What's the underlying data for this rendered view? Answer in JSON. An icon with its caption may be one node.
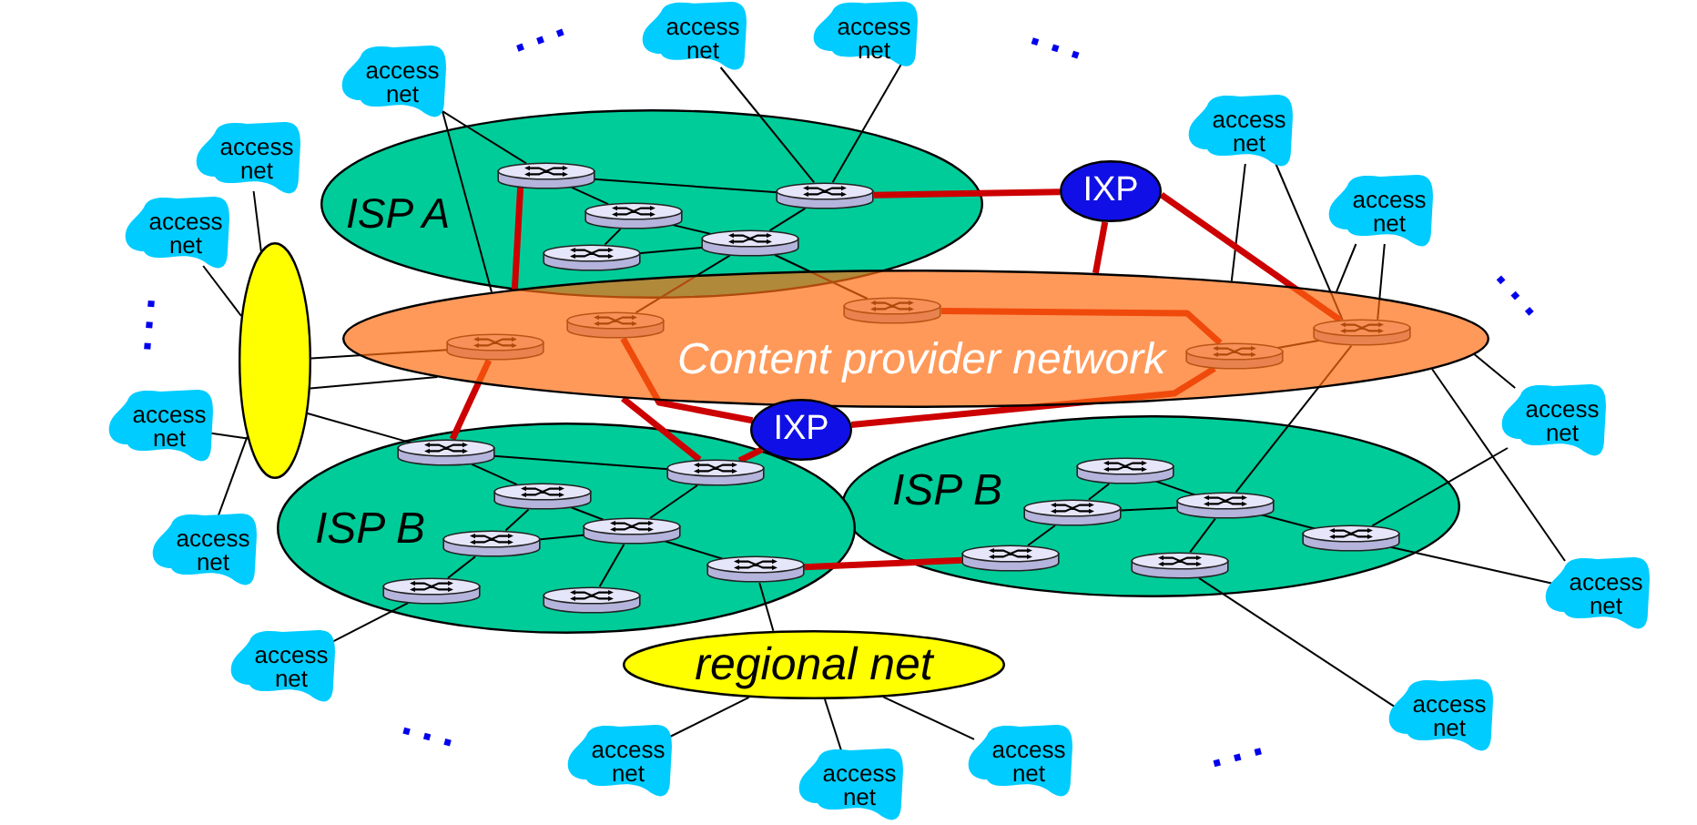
{
  "diagram": {
    "nodes": [
      {
        "text": [
          "access net"
        ]
      },
      {
        "text": [
          "access net"
        ]
      },
      {
        "text": [
          "access net"
        ]
      },
      {
        "text": [
          "access net"
        ]
      },
      {
        "text": [
          "access net"
        ]
      },
      {
        "text": [
          "IXP"
        ]
      },
      {
        "text": [
          "access net"
        ]
      },
      {
        "text": [
          "access net"
        ]
      },
      {
        "text": [
          "ISP A"
        ]
      },
      {
        "text": [],
        "shape": "cylinder",
        "in": 8
      },
      {
        "text": [],
        "shape": "cylinder",
        "in": 8
      },
      {
        "text": [],
        "shape": "cylinder",
        "in": 8
      },
      {
        "text": [],
        "shape": "cylinder",
        "in": 8
      },
      {
        "text": [],
        "shape": "cylinder",
        "in": 8
      },
      {
        "text": [],
        "shape": "ellipse"
      },
      {
        "text": [
          "Content provider network"
        ]
      },
      {
        "text": [],
        "shape": "cylinder",
        "in": 15
      },
      {
        "text": [],
        "shape": "cylinder",
        "in": 15
      },
      {
        "text": [],
        "shape": "cylinder",
        "in": 15
      },
      {
        "text": [],
        "shape": "cylinder",
        "in": 15
      },
      {
        "text": [
          "IXP"
        ]
      },
      {
        "text": [
          "ISP B"
        ]
      },
      {
        "text": [],
        "shape": "cylinder",
        "in": 15
      },
      {
        "text": [],
        "shape": "cylinder",
        "in": 21
      },
      {
        "text": [],
        "shape": "cylinder",
        "in": 21
      },
      {
        "text": [],
        "shape": "cylinder",
        "in": 21
      },
      {
        "text": [],
        "shape": "cylinder",
        "in": 21
      },
      {
        "text": [],
        "shape": "cylinder",
        "in": 21
      },
      {
        "text": [],
        "shape": "cylinder",
        "in": 21
      },
      {
        "text": [
          "access net"
        ]
      },
      {
        "text": [
          "access net"
        ]
      },
      {
        "text": [
          "ISP B"
        ]
      },
      {
        "text": [],
        "shape": "cylinder",
        "in": 31
      },
      {
        "text": [],
        "shape": "cylinder",
        "in": 31
      },
      {
        "text": [],
        "shape": "cylinder",
        "in": 31
      },
      {
        "text": [],
        "shape": "cylinder",
        "in": 31
      },
      {
        "text": [],
        "shape": "cylinder",
        "in": 31
      },
      {
        "text": [],
        "shape": "cylinder",
        "in": 31
      },
      {
        "text": [],
        "shape": "cylinder",
        "in": 31
      },
      {
        "text": [],
        "shape": "cylinder",
        "in": 31
      },
      {
        "text": [
          "access net"
        ]
      },
      {
        "text": [
          "access net"
        ]
      },
      {
        "text": [
          "access net"
        ]
      },
      {
        "text": [
          "regional net"
        ]
      },
      {
        "text": [
          "access net"
        ]
      },
      {
        "text": [
          "access net"
        ]
      },
      {
        "text": [
          "access net"
        ]
      },
      {
        "text": [
          "access net"
        ]
      }
    ],
    "edges": [
      {
        "from": 0,
        "to": 9,
        "arrow": "none"
      },
      {
        "from": 0,
        "to": 15,
        "arrow": "none"
      },
      {
        "from": 1,
        "to": 10,
        "arrow": "none"
      },
      {
        "from": 2,
        "to": 10,
        "arrow": "none"
      },
      {
        "from": 3,
        "to": 15,
        "arrow": "none"
      },
      {
        "from": 3,
        "to": 22,
        "arrow": "none"
      },
      {
        "from": 4,
        "to": 14,
        "arrow": "none"
      },
      {
        "from": 6,
        "to": 15,
        "arrow": "none"
      },
      {
        "from": 6,
        "to": 22,
        "arrow": "none"
      },
      {
        "from": 7,
        "to": 14,
        "arrow": "none"
      },
      {
        "from": 9,
        "to": 10,
        "arrow": "none"
      },
      {
        "from": 9,
        "to": 11,
        "arrow": "none"
      },
      {
        "from": 11,
        "to": 12,
        "arrow": "none"
      },
      {
        "from": 11,
        "to": 13,
        "arrow": "none"
      },
      {
        "from": 13,
        "to": 12,
        "arrow": "none"
      },
      {
        "from": 12,
        "to": 10,
        "arrow": "none"
      },
      {
        "from": 12,
        "to": 17,
        "arrow": "none"
      },
      {
        "from": 12,
        "to": 18,
        "arrow": "none"
      },
      {
        "from": 14,
        "to": 16,
        "arrow": "none"
      },
      {
        "from": 14,
        "to": 15,
        "arrow": "none"
      },
      {
        "from": 14,
        "to": 32,
        "arrow": "none"
      },
      {
        "from": 30,
        "to": 14,
        "arrow": "none"
      },
      {
        "from": 40,
        "to": 14,
        "arrow": "none"
      },
      {
        "from": 15,
        "to": 29,
        "arrow": "none"
      },
      {
        "from": 15,
        "to": 41,
        "arrow": "none"
      },
      {
        "from": 25,
        "to": 22,
        "arrow": "none"
      },
      {
        "from": 27,
        "to": 24,
        "arrow": "none"
      },
      {
        "from": 24,
        "to": 23,
        "arrow": "none"
      },
      {
        "from": 24,
        "to": 25,
        "arrow": "none"
      },
      {
        "from": 23,
        "to": 25,
        "arrow": "none"
      },
      {
        "from": 25,
        "to": 26,
        "arrow": "none"
      },
      {
        "from": 25,
        "to": 28,
        "arrow": "none"
      },
      {
        "from": 26,
        "to": 29,
        "arrow": "none"
      },
      {
        "from": 26,
        "to": 41,
        "arrow": "none"
      },
      {
        "from": 28,
        "to": 44,
        "arrow": "none"
      },
      {
        "from": 32,
        "to": 33,
        "arrow": "none"
      },
      {
        "from": 32,
        "to": 34,
        "arrow": "none"
      },
      {
        "from": 34,
        "to": 36,
        "arrow": "none"
      },
      {
        "from": 34,
        "to": 35,
        "arrow": "none"
      },
      {
        "from": 36,
        "to": 38,
        "arrow": "none"
      },
      {
        "from": 36,
        "to": 35,
        "arrow": "none"
      },
      {
        "from": 35,
        "to": 33,
        "arrow": "none"
      },
      {
        "from": 35,
        "to": 37,
        "arrow": "none"
      },
      {
        "from": 35,
        "to": 39,
        "arrow": "none"
      },
      {
        "from": 38,
        "to": 42,
        "arrow": "none"
      },
      {
        "from": 37,
        "to": 43,
        "arrow": "none"
      },
      {
        "from": 43,
        "to": 45,
        "arrow": "none"
      },
      {
        "from": 43,
        "to": 47,
        "arrow": "none"
      },
      {
        "from": 43,
        "to": 46,
        "arrow": "none"
      },
      {
        "from": 9,
        "to": 15,
        "arrow": "none",
        "style": "thick",
        "color": "#cc0000"
      },
      {
        "from": 16,
        "to": 32,
        "arrow": "none",
        "style": "thick",
        "color": "#cc0000"
      },
      {
        "from": 15,
        "to": 33,
        "arrow": "none",
        "style": "thick",
        "color": "#cc0000"
      },
      {
        "from": 17,
        "to": 20,
        "arrow": "none",
        "style": "thick",
        "color": "#cc0000"
      },
      {
        "from": 20,
        "to": 19,
        "arrow": "none",
        "style": "thick",
        "color": "#cc0000"
      },
      {
        "from": 18,
        "to": 19,
        "arrow": "none",
        "style": "thick",
        "color": "#cc0000"
      },
      {
        "from": 5,
        "to": 10,
        "arrow": "none",
        "style": "thick",
        "color": "#cc0000"
      },
      {
        "from": 5,
        "to": 15,
        "arrow": "none",
        "style": "thick",
        "color": "#cc0000"
      },
      {
        "from": 5,
        "to": 22,
        "arrow": "none",
        "style": "thick",
        "color": "#cc0000"
      },
      {
        "from": 20,
        "to": 33,
        "arrow": "none",
        "style": "thick",
        "color": "#cc0000"
      },
      {
        "from": 37,
        "to": 27,
        "arrow": "none",
        "style": "thick",
        "color": "#cc0000"
      },
      {
        "from": 19,
        "to": 22,
        "arrow": "none"
      }
    ],
    "labels": [
      "...",
      "...",
      "...",
      "...",
      "...",
      "..."
    ]
  }
}
